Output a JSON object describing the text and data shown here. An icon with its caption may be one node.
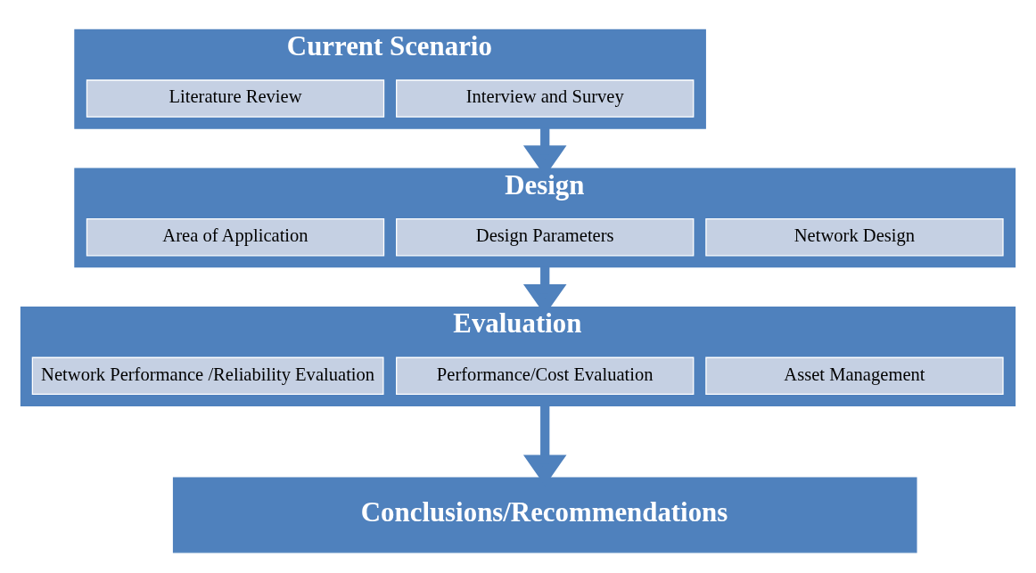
{
  "diagram": {
    "nodes": [
      {
        "text": [
          "Current Scenario"
        ]
      },
      {
        "text": [
          "Literature Review"
        ],
        "in": 0
      },
      {
        "text": [
          "Interview and Survey"
        ],
        "in": 0
      },
      {
        "text": [
          "Design"
        ]
      },
      {
        "text": [
          "Area of Application"
        ],
        "in": 3
      },
      {
        "text": [
          "Design Parameters"
        ],
        "in": 3
      },
      {
        "text": [
          "Network Design"
        ],
        "in": 3
      },
      {
        "text": [
          "Evaluation"
        ]
      },
      {
        "text": [
          "Network Performance /Reliability Evaluation"
        ],
        "in": 7
      },
      {
        "text": [
          "Performance/Cost Evaluation"
        ],
        "in": 7
      },
      {
        "text": [
          "Asset Management"
        ],
        "in": 7
      },
      {
        "text": [
          "Conclusions/Recommendations"
        ]
      }
    ],
    "edges": [
      {
        "from": 0,
        "to": 3,
        "arrow": "to"
      },
      {
        "from": 3,
        "to": 7,
        "arrow": "to"
      },
      {
        "from": 7,
        "to": 11,
        "arrow": "to"
      }
    ]
  }
}
